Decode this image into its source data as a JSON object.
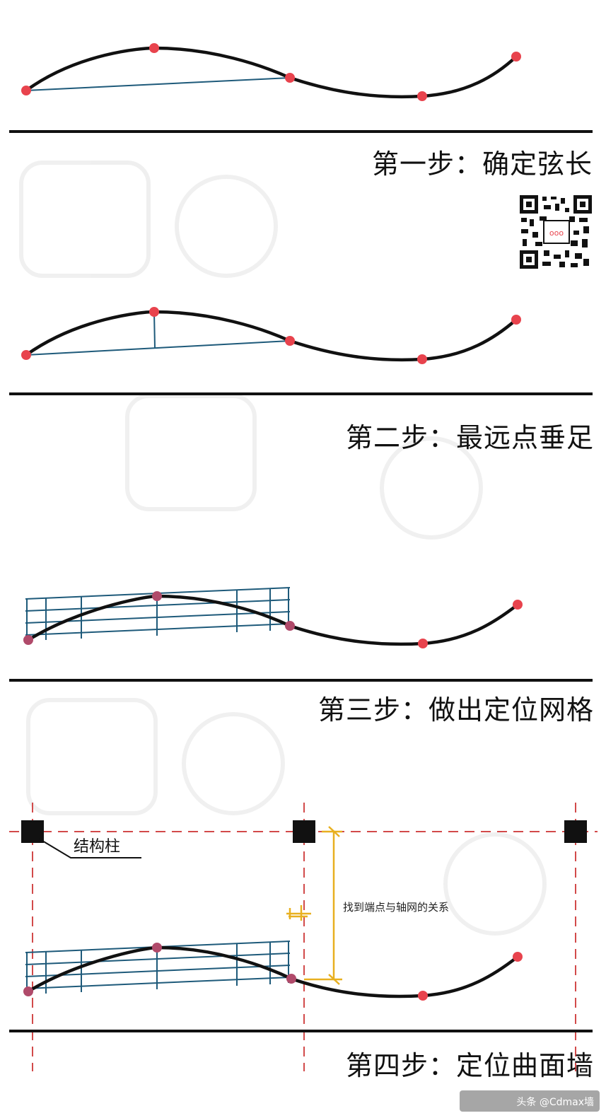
{
  "steps": [
    {
      "id": "step1",
      "title": "第一步：确定弦长"
    },
    {
      "id": "step2",
      "title": "第二步：最远点垂足"
    },
    {
      "id": "step3",
      "title": "第三步：做出定位网格"
    },
    {
      "id": "step4",
      "title": "第四步：定位曲面墙"
    }
  ],
  "annotations": {
    "column_label": "结构柱",
    "relation_note": "找到端点与轴网的关系"
  },
  "watermark": "头条 @Cdmax墙",
  "qr_code": {
    "icon": "qr-code-icon",
    "center_logo": "ooo"
  },
  "colors": {
    "curve": "#111111",
    "point": "#e8434d",
    "chord": "#1e5a7a",
    "grid": "#1e5a7a",
    "axis_dashed": "#d24a4a",
    "dimension": "#e8b020",
    "ground": "#111111",
    "column": "#111111"
  }
}
